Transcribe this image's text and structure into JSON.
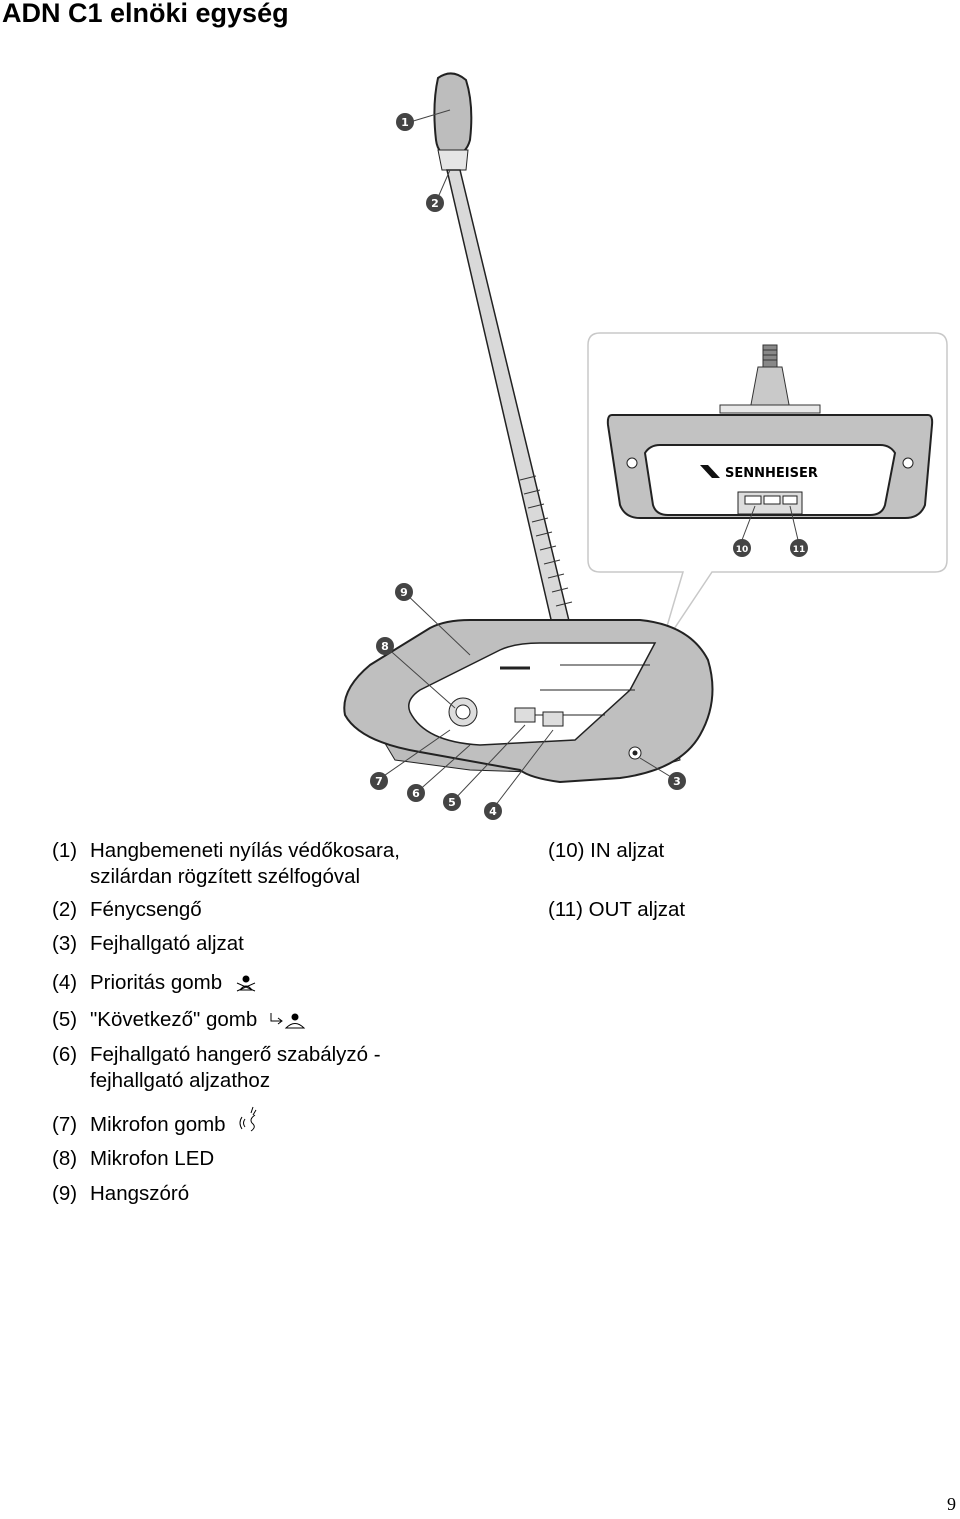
{
  "page": {
    "title": "ADN C1 elnöki egység",
    "page_number": "9"
  },
  "figure": {
    "callouts": [
      "1",
      "2",
      "3",
      "4",
      "5",
      "6",
      "7",
      "8",
      "9",
      "10",
      "11"
    ],
    "brand_logo_text": "SENNHEISER"
  },
  "legend_left": [
    {
      "num": "(1)",
      "text": "Hangbemeneti nyílás védőkosara,",
      "cont": "szilárdan rögzített szélfogóval"
    },
    {
      "num": "(2)",
      "text": "Fénycsengő"
    },
    {
      "num": "(3)",
      "text": "Fejhallgató aljzat"
    },
    {
      "num": "(4)",
      "text": "Prioritás gomb",
      "icon": "priority-icon"
    },
    {
      "num": "(5)",
      "text": "\"Következő\" gomb",
      "icon": "next-speaker-icon"
    },
    {
      "num": "(6)",
      "text": "Fejhallgató hangerő szabályzó -",
      "cont": "fejhallgató aljzathoz"
    },
    {
      "num": "(7)",
      "text": "Mikrofon gomb",
      "icon": "microphone-speak-icon"
    },
    {
      "num": "(8)",
      "text": "Mikrofon LED"
    },
    {
      "num": "(9)",
      "text": "Hangszóró"
    }
  ],
  "legend_right": [
    {
      "num": "(10)",
      "text": "IN aljzat"
    },
    {
      "num": "(11)",
      "text": "OUT aljzat"
    }
  ]
}
